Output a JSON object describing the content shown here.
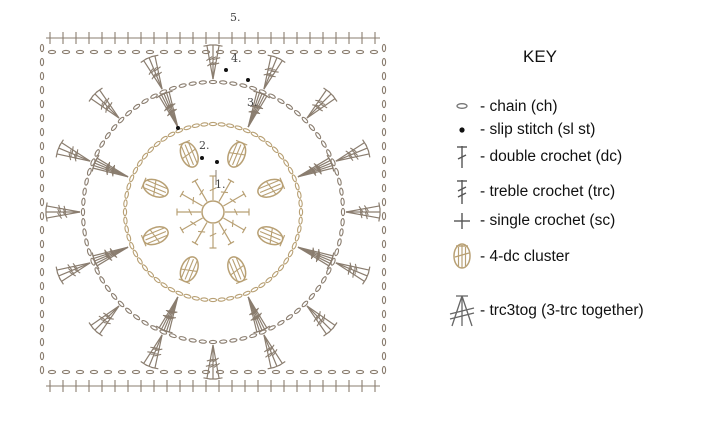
{
  "diagram": {
    "round_labels": [
      "1.",
      "2.",
      "3.",
      "4.",
      "5."
    ],
    "colors": {
      "inner": "#b8a074",
      "outer": "#8a7d6f",
      "dot": "#111111"
    }
  },
  "key": {
    "title": "KEY",
    "items": [
      {
        "icon": "chain-icon",
        "label": "- chain (ch)"
      },
      {
        "icon": "slip-stitch-icon",
        "label": "- slip stitch (sl st)"
      },
      {
        "icon": "double-crochet-icon",
        "label": "- double crochet (dc)"
      },
      {
        "icon": "treble-crochet-icon",
        "label": "- treble crochet (trc)"
      },
      {
        "icon": "single-crochet-icon",
        "label": "- single crochet (sc)"
      },
      {
        "icon": "cluster-icon",
        "label": "- 4-dc cluster"
      },
      {
        "icon": "trc3tog-icon",
        "label": "- trc3tog (3-trc together)"
      }
    ]
  }
}
